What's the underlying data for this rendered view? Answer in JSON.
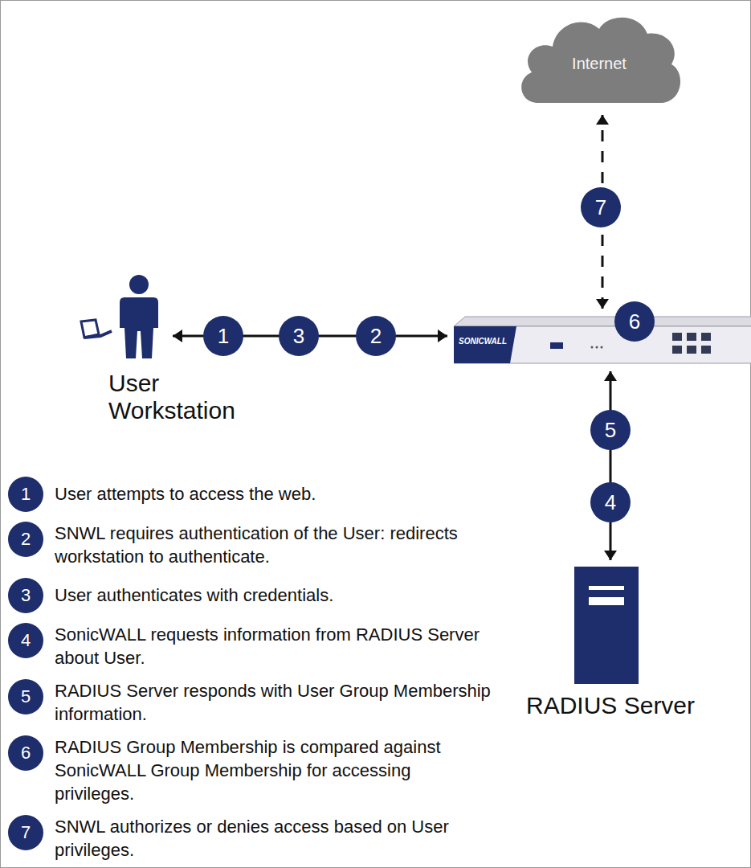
{
  "diagram": {
    "nodes": [
      {
        "text": [
          "Internet"
        ]
      },
      {
        "text": [
          "User Workstation"
        ]
      },
      {
        "text": [
          "SONICWALL"
        ]
      },
      {
        "text": [
          "RADIUS Server"
        ]
      }
    ],
    "edges": [
      {
        "from": 1,
        "to": 2,
        "arrow": "both"
      },
      {
        "from": 2,
        "to": 0,
        "arrow": "both"
      },
      {
        "from": 2,
        "to": 3,
        "arrow": "both"
      }
    ],
    "labels": [
      "1",
      "3",
      "2",
      "7",
      "6",
      "5",
      "4",
      "1",
      "2",
      "3",
      "4",
      "5",
      "6",
      "7"
    ],
    "legend": [
      {
        "text": "User attempts to access the web."
      },
      {
        "text": "SNWL requires authentication of the User: redirects workstation to authenticate."
      },
      {
        "text": "User authenticates with credentials."
      },
      {
        "text": "SonicWALL requests information from RADIUS Server about User."
      },
      {
        "text": "RADIUS Server responds with User Group Membership information."
      },
      {
        "text": "RADIUS Group Membership is compared against SonicWALL Group Membership for accessing privileges."
      },
      {
        "text": "SNWL authorizes or denies access based on User privileges."
      }
    ]
  }
}
